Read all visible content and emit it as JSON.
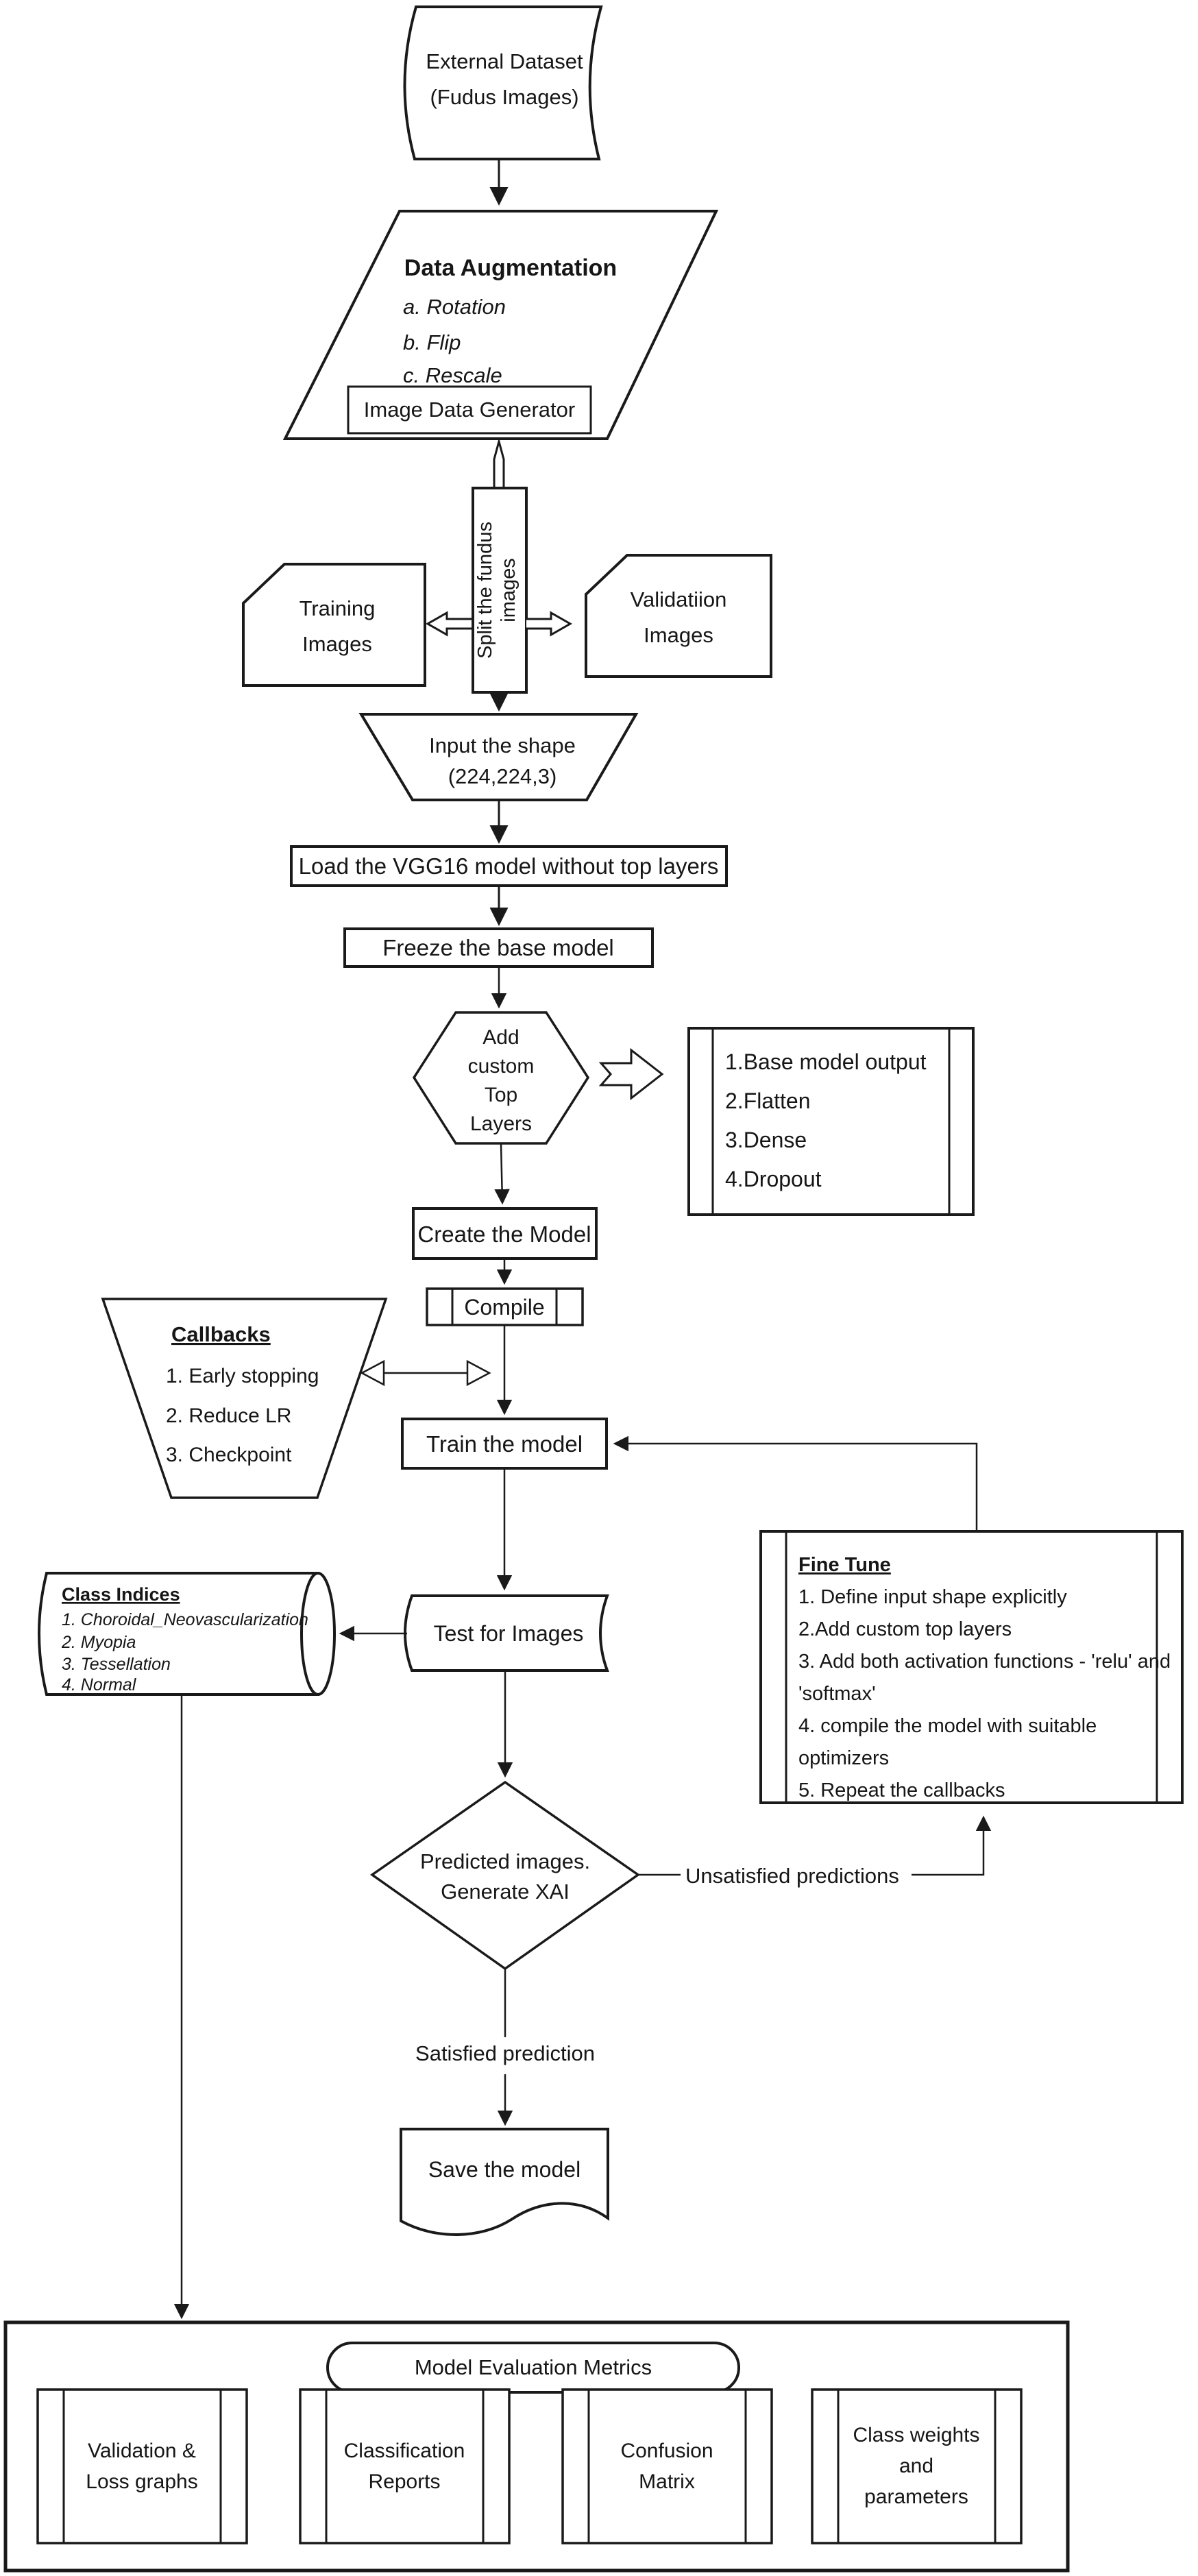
{
  "colors": {
    "ink": "#1a1a1a",
    "paper": "#ffffff"
  },
  "nodes": {
    "external_dataset": {
      "lines": [
        "External Dataset",
        "(Fudus Images)"
      ]
    },
    "data_augmentation": {
      "title": "Data Augmentation",
      "items": [
        "a. Rotation",
        "b. Flip",
        "c. Rescale"
      ],
      "generator": "Image Data Generator"
    },
    "split": {
      "lines": [
        "Split the fundus",
        "images"
      ]
    },
    "training_images": {
      "lines": [
        "Training",
        "Images"
      ]
    },
    "validation_images": {
      "lines": [
        "Validatiion",
        "Images"
      ]
    },
    "input_shape": {
      "lines": [
        "Input the shape",
        "(224,224,3)"
      ]
    },
    "load_vgg": {
      "label": "Load the VGG16 model without top layers"
    },
    "freeze": {
      "label": "Freeze the base model"
    },
    "add_custom_top_layers": {
      "lines": [
        "Add",
        "custom",
        "Top",
        "Layers"
      ]
    },
    "top_layers_detail": {
      "items": [
        "1.Base model output",
        "2.Flatten",
        "3.Dense",
        "4.Dropout"
      ]
    },
    "create_model": {
      "label": "Create the Model"
    },
    "compile": {
      "label": "Compile"
    },
    "callbacks": {
      "title": "Callbacks",
      "items": [
        "1. Early stopping",
        "2. Reduce LR",
        "3. Checkpoint"
      ]
    },
    "train": {
      "label": "Train the model"
    },
    "fine_tune": {
      "title": "Fine Tune",
      "lines": [
        "1. Define input shape explicitly",
        "2.Add custom top layers",
        "3. Add both activation functions -  'relu' and",
        "'softmax'",
        "4. compile the model with suitable",
        "optimizers",
        "5. Repeat the callbacks"
      ]
    },
    "class_indices": {
      "title": "Class Indices",
      "items": [
        "1. Choroidal_Neovascularization",
        "2. Myopia",
        "3. Tessellation",
        "4. Normal"
      ]
    },
    "test_images": {
      "label": "Test for Images"
    },
    "predicted": {
      "lines": [
        "Predicted images.",
        "Generate XAI"
      ]
    },
    "save_model": {
      "label": "Save the model"
    },
    "evaluation": {
      "title": "Model Evaluation Metrics",
      "boxes": [
        {
          "lines": [
            "Validation &",
            "Loss graphs"
          ]
        },
        {
          "lines": [
            "Classification",
            "Reports"
          ]
        },
        {
          "lines": [
            "Confusion",
            "Matrix"
          ]
        },
        {
          "lines": [
            "Class weights",
            "and",
            "parameters"
          ]
        }
      ]
    }
  },
  "edges": {
    "unsatisfied": "Unsatisfied predictions",
    "satisfied": "Satisfied prediction"
  }
}
